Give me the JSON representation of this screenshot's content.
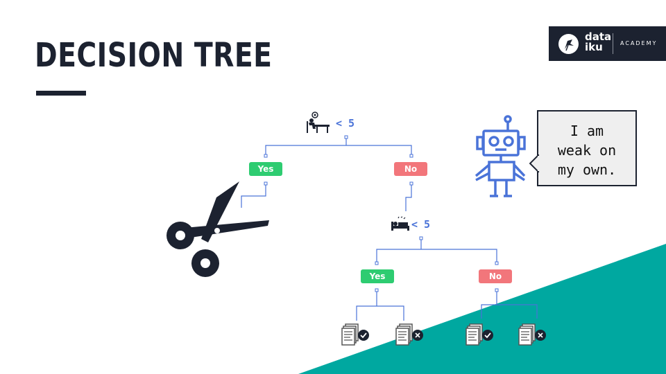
{
  "slide": {
    "title": "DECISION TREE"
  },
  "logo": {
    "name": "data\niku",
    "tagline": "ACADEMY"
  },
  "tree": {
    "root": {
      "icon": "person-at-desk-icon",
      "condition": "< 5"
    },
    "level1": {
      "yes_label": "Yes",
      "no_label": "No"
    },
    "node2": {
      "icon": "person-in-bed-icon",
      "condition": "< 5"
    },
    "level2": {
      "yes_label": "Yes",
      "no_label": "No"
    },
    "leaves": [
      {
        "icon": "document-check-icon"
      },
      {
        "icon": "document-cross-icon"
      },
      {
        "icon": "document-check-icon"
      },
      {
        "icon": "document-cross-icon"
      }
    ]
  },
  "pruning": {
    "icon": "scissors-icon"
  },
  "robot": {
    "icon": "robot-icon",
    "speech": "I am\nweak on\nmy own."
  },
  "colors": {
    "dark": "#1c2230",
    "accent_teal": "#00a8a0",
    "link_blue": "#4a73d8",
    "yes_green": "#2ecc71",
    "no_red": "#f2767b"
  }
}
